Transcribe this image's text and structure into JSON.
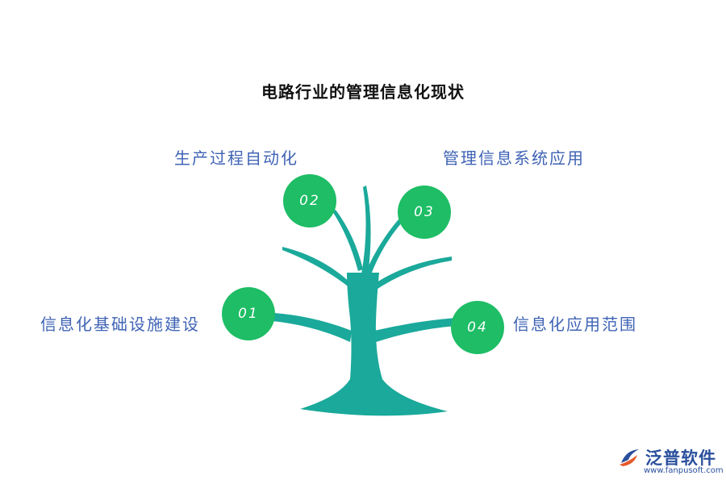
{
  "title": "电路行业的管理信息化现状",
  "colors": {
    "trunk": "#1aa99a",
    "badge": "#1ebd66",
    "label": "#3f63b5",
    "logo": "#2a4f9c"
  },
  "items": [
    {
      "number": "01",
      "label": "信息化基础设施建设"
    },
    {
      "number": "02",
      "label": "生产过程自动化"
    },
    {
      "number": "03",
      "label": "管理信息系统应用"
    },
    {
      "number": "04",
      "label": "信息化应用范围"
    }
  ],
  "logo": {
    "name": "泛普软件",
    "url": "www.fanpusoft.com"
  }
}
